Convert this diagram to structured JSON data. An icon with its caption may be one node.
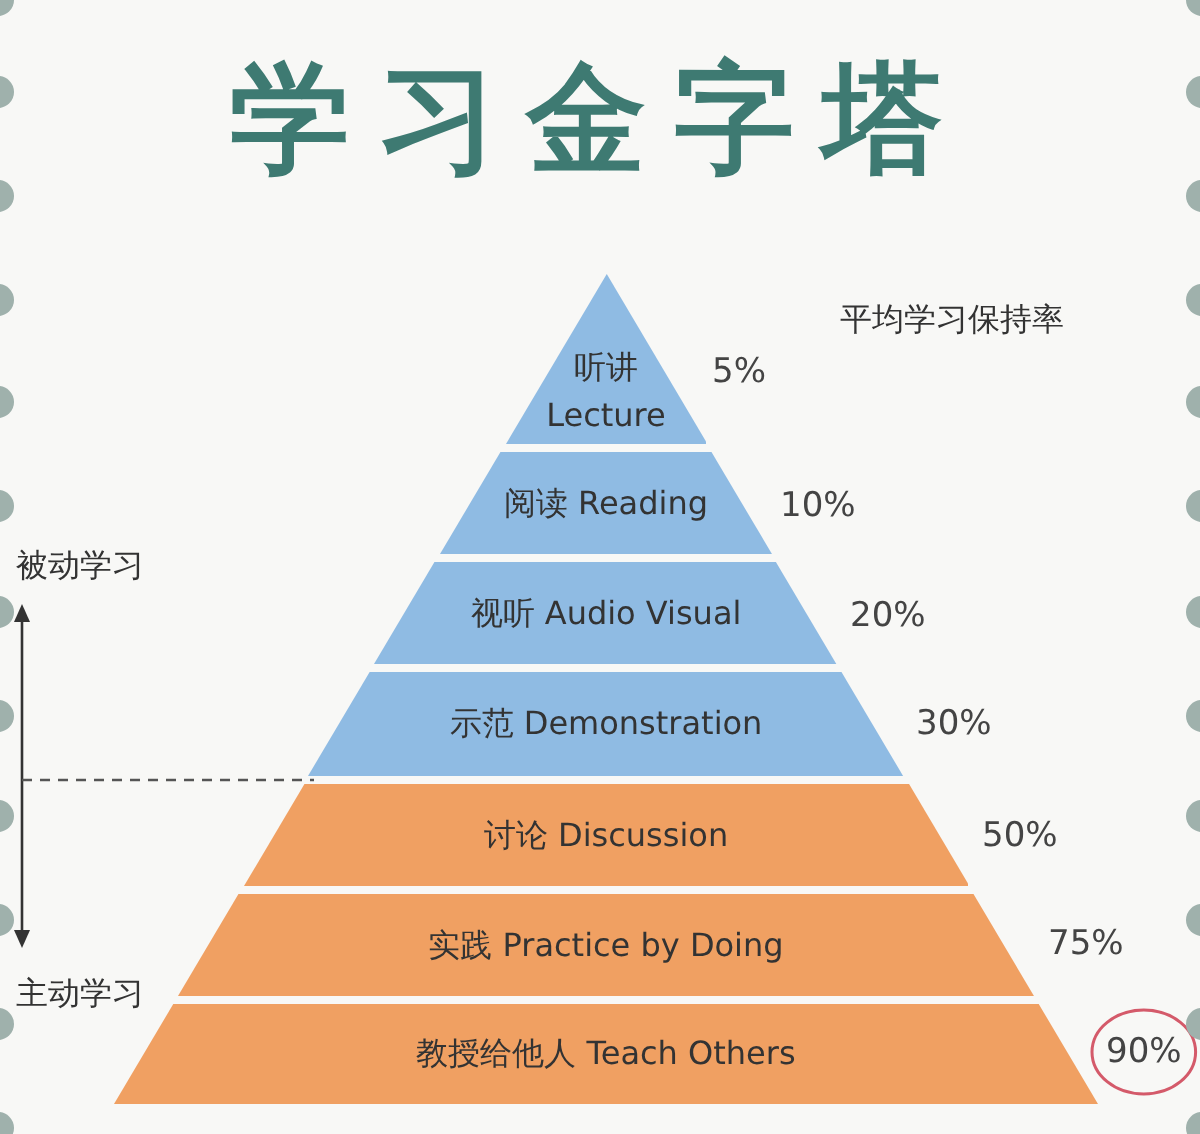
{
  "diagram": {
    "title": "学习金字塔",
    "nodes": [
      {
        "text": [
          "听讲 Lecture"
        ],
        "beside": [
          "5%"
        ]
      },
      {
        "text": [
          "阅读 Reading"
        ],
        "beside": [
          "10%"
        ]
      },
      {
        "text": [
          "视听 Audio Visual"
        ],
        "beside": [
          "20%"
        ]
      },
      {
        "text": [
          "示范 Demonstration"
        ],
        "beside": [
          "30%"
        ]
      },
      {
        "text": [
          "讨论 Discussion"
        ],
        "beside": [
          "50%"
        ]
      },
      {
        "text": [
          "实践 Practice by Doing"
        ],
        "beside": [
          "75%"
        ]
      },
      {
        "text": [
          "教授给他人 Teach Others"
        ],
        "beside": [
          "90%"
        ]
      }
    ],
    "labels": [
      "平均学习保持率",
      "被动学习",
      "主动学习"
    ]
  }
}
